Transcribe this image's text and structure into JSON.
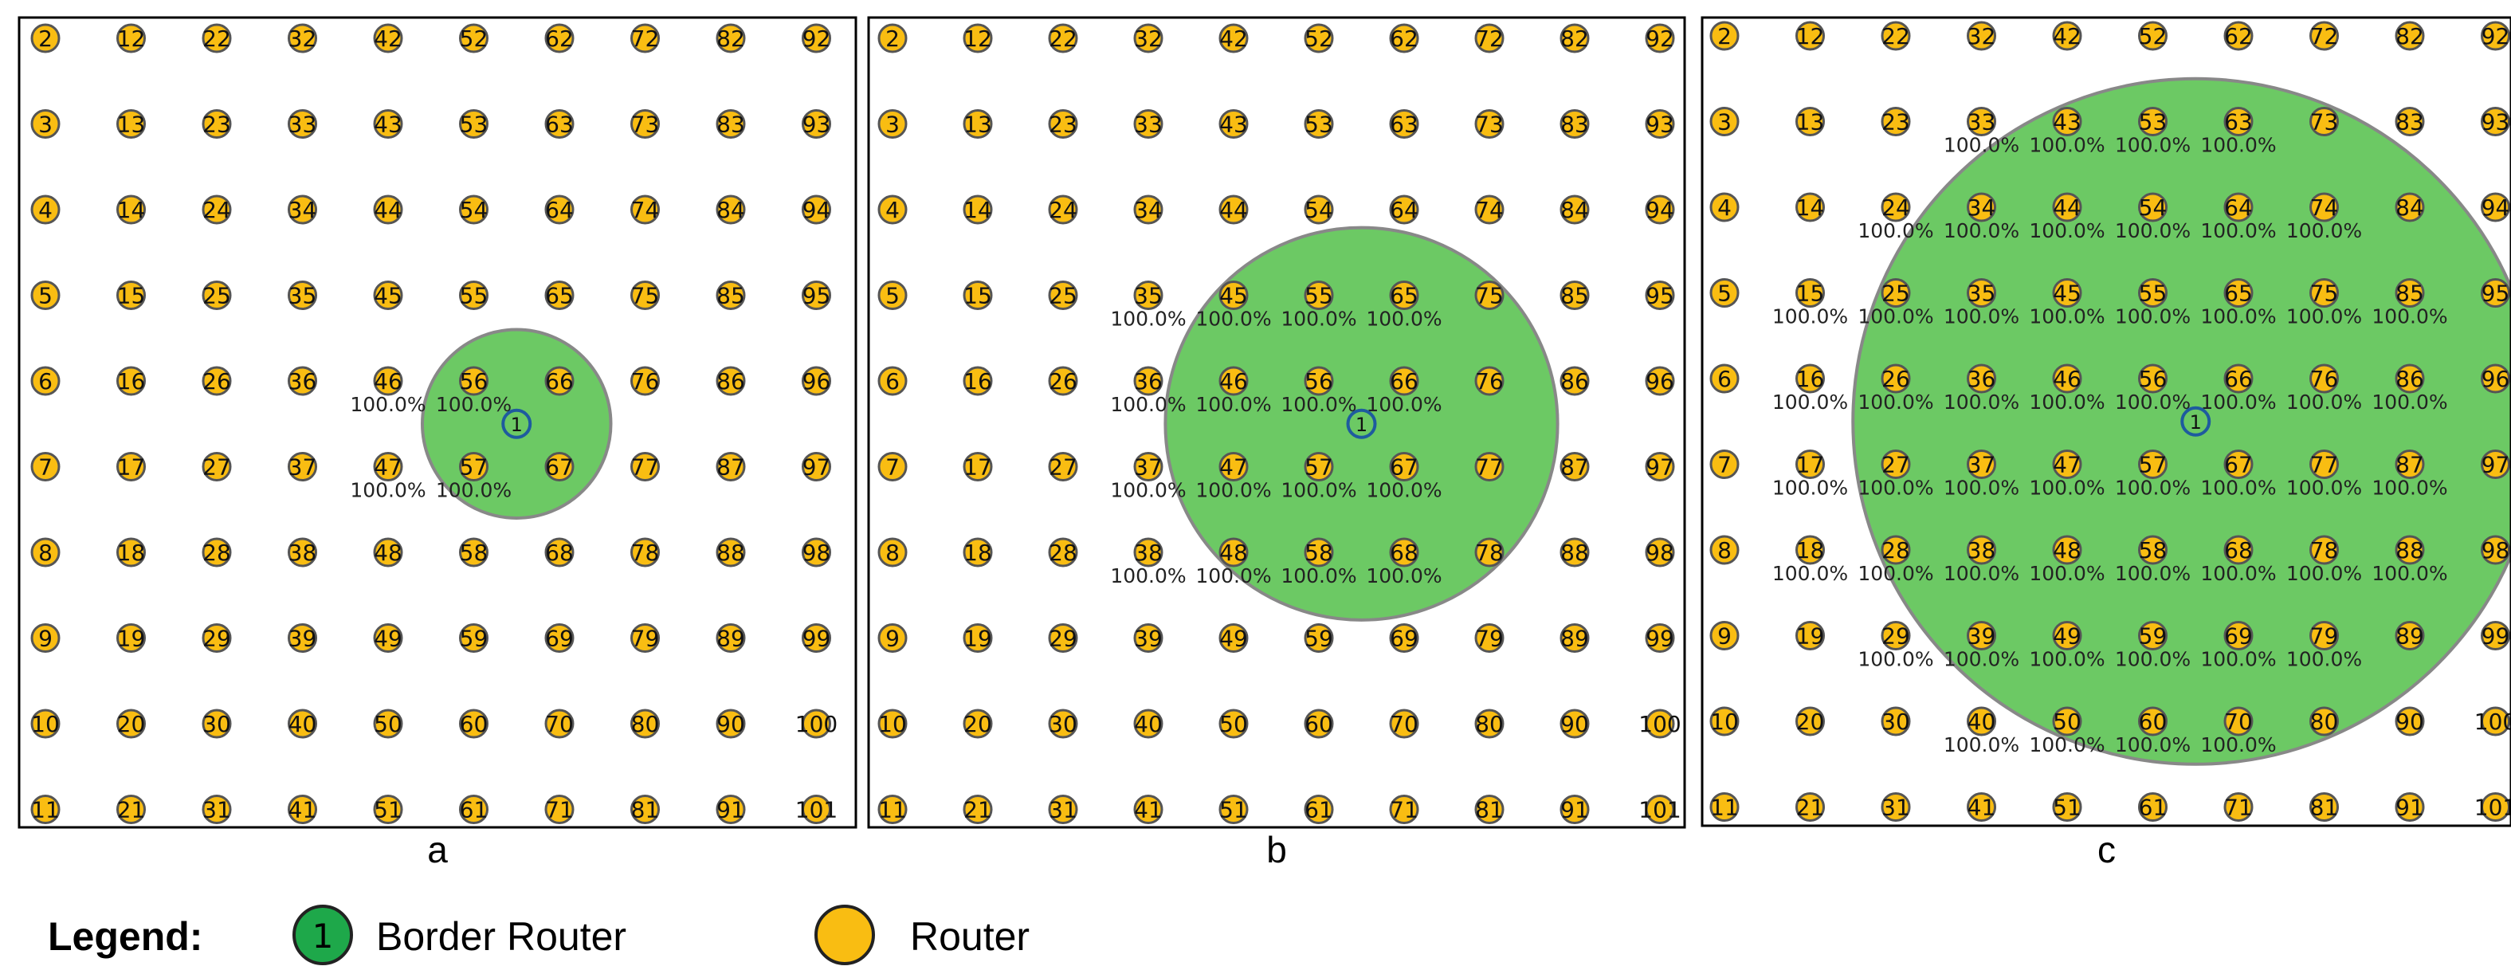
{
  "colors": {
    "router_fill": "#f9bd12",
    "router_stroke": "#555555",
    "border_router_fill": "#1ea84a",
    "border_router_stroke": "#1e5b9e",
    "range_fill": "#6cc964",
    "range_stroke": "#888888",
    "frame": "#000000"
  },
  "border_router_id": "1",
  "coverage_label": "100.0%",
  "panels": [
    {
      "label": "a",
      "range_radius": 1.1,
      "covered": [
        "46",
        "56",
        "47",
        "57"
      ]
    },
    {
      "label": "b",
      "range_radius": 2.3,
      "covered": [
        "35",
        "45",
        "55",
        "65",
        "36",
        "46",
        "56",
        "66",
        "37",
        "47",
        "57",
        "67",
        "38",
        "48",
        "58",
        "68"
      ]
    },
    {
      "label": "c",
      "range_radius": 4.0,
      "covered": [
        "33",
        "43",
        "53",
        "63",
        "24",
        "34",
        "44",
        "54",
        "64",
        "74",
        "15",
        "25",
        "35",
        "45",
        "55",
        "65",
        "75",
        "85",
        "16",
        "26",
        "36",
        "46",
        "56",
        "66",
        "76",
        "86",
        "17",
        "27",
        "37",
        "47",
        "57",
        "67",
        "77",
        "87",
        "18",
        "28",
        "38",
        "48",
        "58",
        "68",
        "78",
        "88",
        "29",
        "39",
        "49",
        "59",
        "69",
        "79",
        "40",
        "50",
        "60",
        "70"
      ]
    }
  ],
  "legend": {
    "title": "Legend:",
    "border_router_symbol": "1",
    "border_router_label": "Border Router",
    "router_label": "Router"
  }
}
